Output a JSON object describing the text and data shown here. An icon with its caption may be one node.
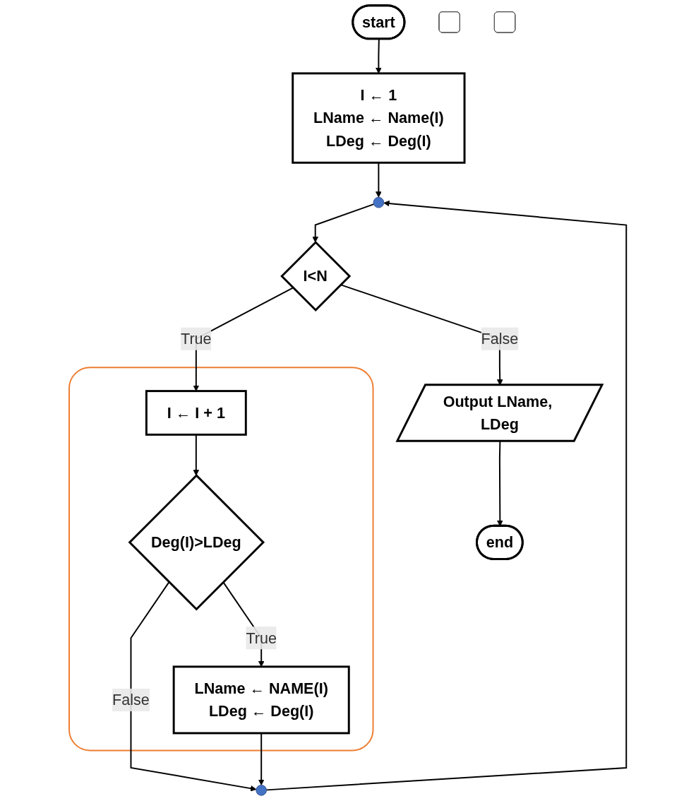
{
  "diagram": {
    "nodes": [
      {
        "text": [
          "start"
        ]
      },
      {
        "text": [
          "I ← 1",
          "LName ← Name(I)",
          "LDeg ← Deg(I)"
        ]
      },
      {
        "text": [],
        "shape": "circle"
      },
      {
        "text": [
          "I<N"
        ]
      },
      {
        "text": [],
        "shape": "box"
      },
      {
        "text": [
          "I ← I + 1"
        ],
        "in": 4
      },
      {
        "text": [
          "Deg(I)>LDeg"
        ],
        "in": 4
      },
      {
        "text": [
          "LName ← NAME(I)",
          "LDeg ← Deg(I)"
        ],
        "in": 4
      },
      {
        "text": [],
        "shape": "circle"
      },
      {
        "text": [
          "Output LName, LDeg"
        ]
      },
      {
        "text": [
          "end"
        ]
      },
      {
        "text": [],
        "shape": "box"
      },
      {
        "text": [],
        "shape": "box"
      }
    ],
    "edges": [
      {
        "from": 0,
        "to": 1,
        "arrow": "to"
      },
      {
        "from": 1,
        "to": 2,
        "arrow": "to"
      },
      {
        "from": 2,
        "to": 3,
        "arrow": "to"
      },
      {
        "from": 3,
        "to": 9,
        "arrow": "to",
        "label": "False"
      },
      {
        "from": 3,
        "to": 5,
        "arrow": "to",
        "label": "True"
      },
      {
        "from": 5,
        "to": 6,
        "arrow": "to"
      },
      {
        "from": 6,
        "to": 8,
        "arrow": "to",
        "label": "False"
      },
      {
        "from": 6,
        "to": 7,
        "arrow": "to",
        "label": "True"
      },
      {
        "from": 7,
        "to": 8,
        "arrow": "to"
      },
      {
        "from": 8,
        "to": 2,
        "arrow": "to"
      },
      {
        "from": 9,
        "to": 10,
        "arrow": "to"
      }
    ]
  }
}
